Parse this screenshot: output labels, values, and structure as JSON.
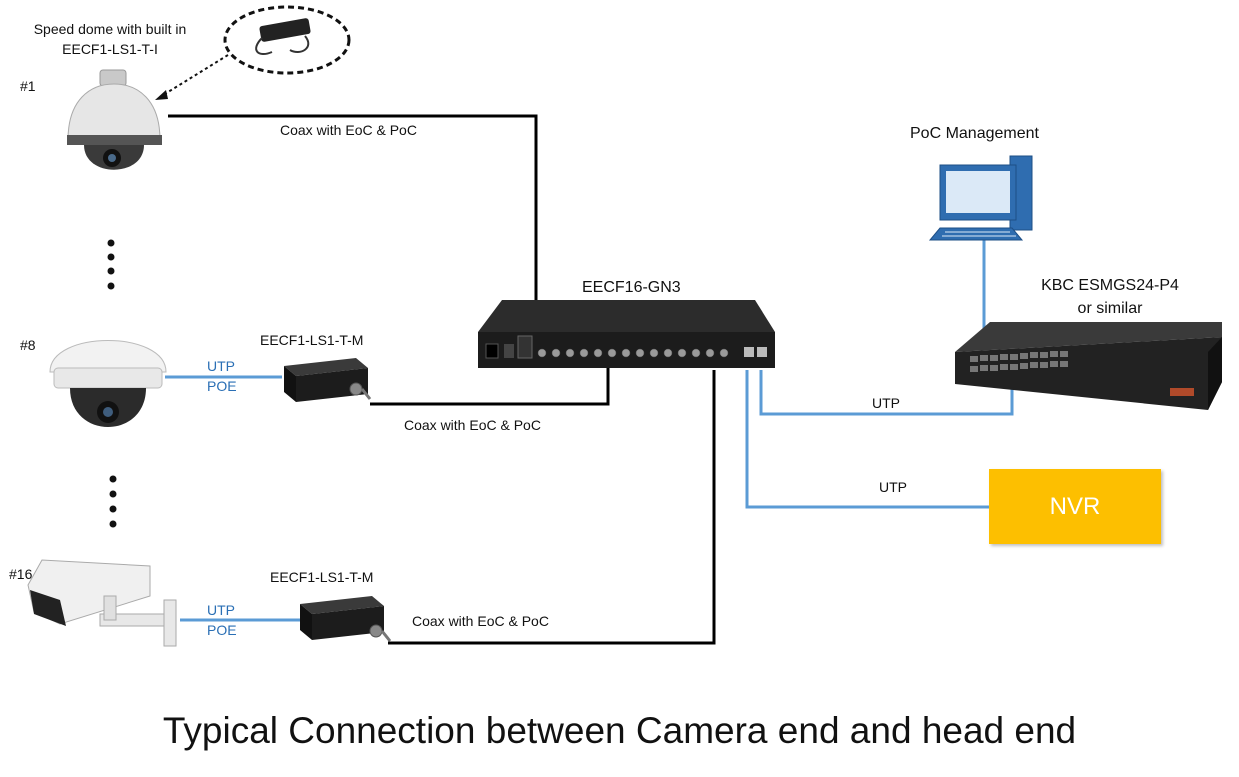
{
  "title": "Typical Connection between Camera end and  head end",
  "devices": {
    "switch_name": "EECF16-GN3",
    "dome_note_line1": "Speed dome with built in",
    "dome_note_line2": "EECF1-LS1-T-I",
    "converter_8": "EECF1-LS1-T-M",
    "converter_16": "EECF1-LS1-T-M",
    "poe_switch_line1": "KBC ESMGS24-P4",
    "poe_switch_line2": "or similar",
    "management": "PoC Management",
    "nvr": "NVR"
  },
  "cameras": {
    "cam1": "#1",
    "cam8": "#8",
    "cam16": "#16"
  },
  "links": {
    "coax_1": "Coax with EoC & PoC",
    "coax_8": "Coax with EoC & PoC",
    "coax_16": "Coax with EoC & PoC",
    "utp_8": "UTP",
    "poe_8": "POE",
    "utp_16": "UTP",
    "poe_16": "POE",
    "utp_switch": "UTP",
    "utp_nvr": "UTP"
  },
  "colors": {
    "coax": "#000000",
    "utp": "#5b9bd5",
    "nvr": "#fdbf00",
    "device_dark": "#1c1c1c"
  }
}
